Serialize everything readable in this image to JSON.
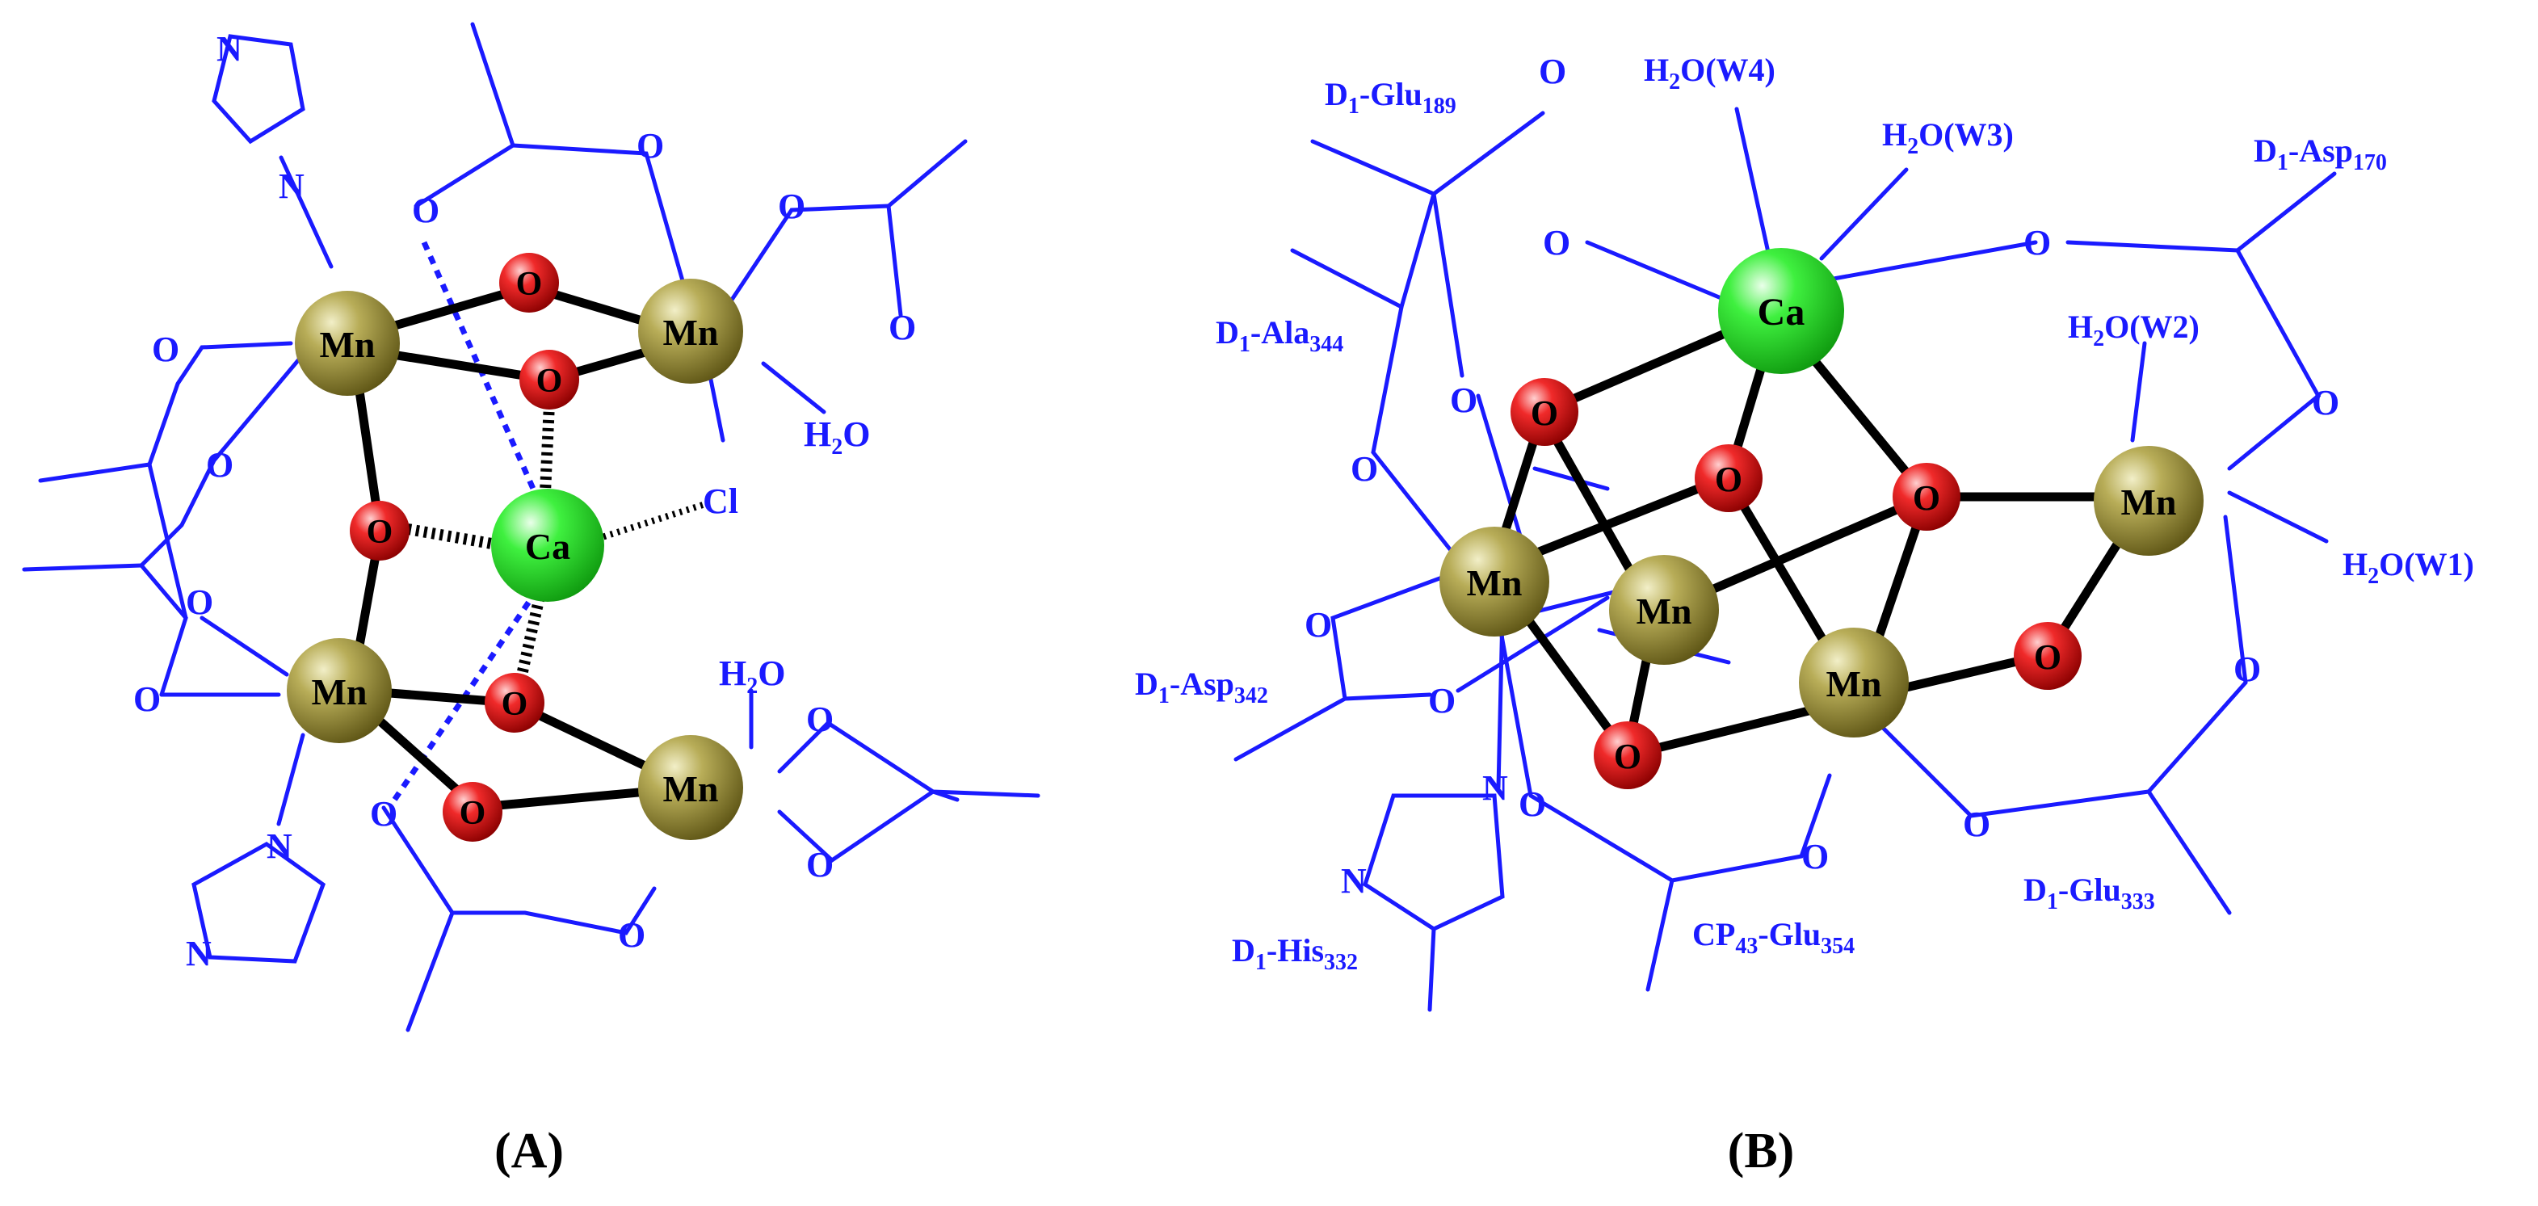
{
  "colors": {
    "ligand": "#1a1aff",
    "manganese": "#8a7f2c",
    "oxygen": "#e21b1b",
    "calcium": "#33e633",
    "bond": "#000000"
  },
  "atoms": {
    "mn": "Mn",
    "ca": "Ca",
    "o": "O",
    "cl": "Cl",
    "n": "N"
  },
  "panelA": {
    "label": "(A)",
    "water_1": {
      "main": "H",
      "sub": "2",
      "tail": "O"
    },
    "water_2": {
      "main": "H",
      "sub": "2",
      "tail": "O"
    }
  },
  "panelB": {
    "label": "(B)",
    "w4": {
      "main": "H",
      "sub": "2",
      "tail": "O(W4)"
    },
    "w3": {
      "main": "H",
      "sub": "2",
      "tail": "O(W3)"
    },
    "w2": {
      "main": "H",
      "sub": "2",
      "tail": "O(W2)"
    },
    "w1": {
      "main": "H",
      "sub": "2",
      "tail": "O(W1)"
    },
    "glu189": {
      "pre": "D",
      "pre_sub": "1",
      "main": "-Glu",
      "sub": "189"
    },
    "asp170": {
      "pre": "D",
      "pre_sub": "1",
      "main": "-Asp",
      "sub": "170"
    },
    "ala344": {
      "pre": "D",
      "pre_sub": "1",
      "main": "-Ala",
      "sub": "344"
    },
    "asp342": {
      "pre": "D",
      "pre_sub": "1",
      "main": "-Asp",
      "sub": "342"
    },
    "his332": {
      "pre": "D",
      "pre_sub": "1",
      "main": "-His",
      "sub": "332"
    },
    "glu354": {
      "pre": "CP",
      "pre_sub": "43",
      "main": "-Glu",
      "sub": "354"
    },
    "glu333": {
      "pre": "D",
      "pre_sub": "1",
      "main": "-Glu",
      "sub": "333"
    }
  }
}
